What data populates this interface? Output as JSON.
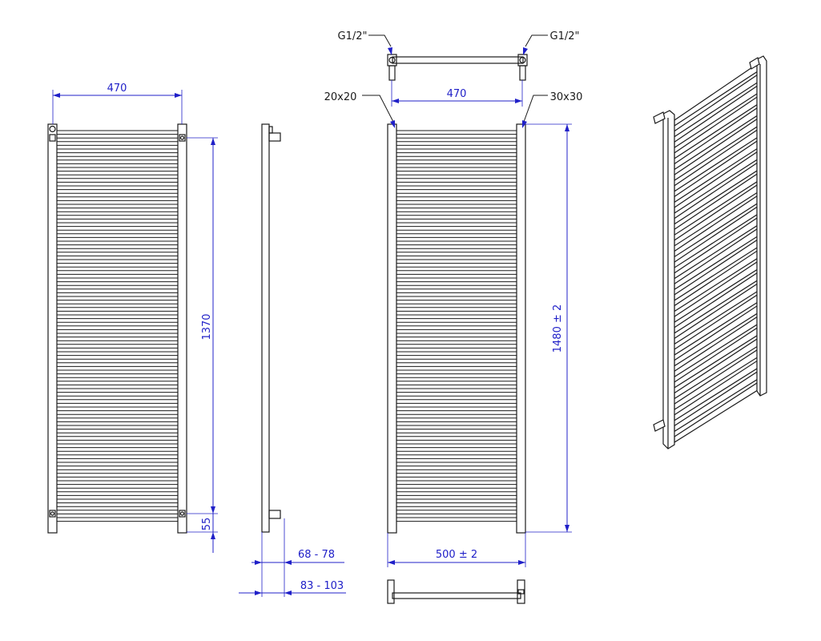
{
  "colors": {
    "dimension": "#2020c8",
    "outline": "#1a1a1a",
    "background": "#ffffff"
  },
  "dimensions": {
    "front_width": "470",
    "front_height": "1370",
    "front_offset": "55",
    "side_depth_short": "68 - 78",
    "side_depth_long": "83 - 103",
    "right_connection_left": "G1/2\"",
    "right_connection_right": "G1/2\"",
    "right_top_width": "470",
    "right_bar_left": "20x20",
    "right_bar_right": "30x30",
    "right_height": "1480 ± 2",
    "right_width": "500 ± 2"
  }
}
